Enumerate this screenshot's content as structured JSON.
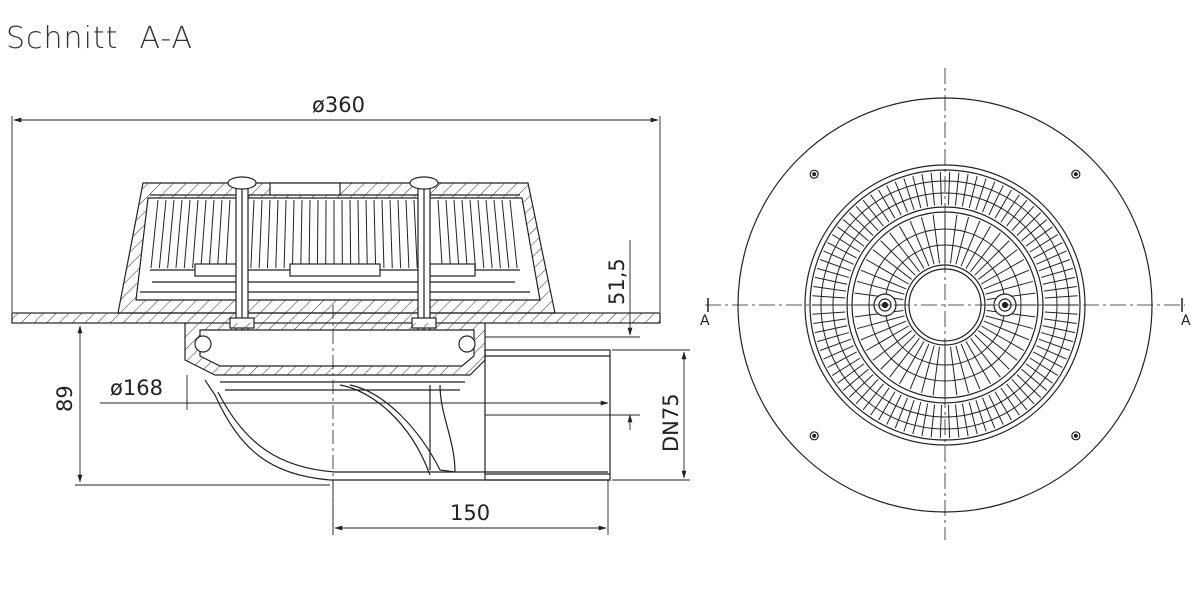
{
  "title": "Schnitt  A-A",
  "dimensions": {
    "diameter_total": "ø360",
    "diameter_flange": "ø168",
    "height_overall": "89",
    "height_upper": "51,5",
    "pipe_size": "DN75",
    "pipe_length": "150"
  },
  "section_marks": {
    "left": "A",
    "right": "A"
  },
  "colors": {
    "line": "#222222",
    "background": "#ffffff"
  }
}
